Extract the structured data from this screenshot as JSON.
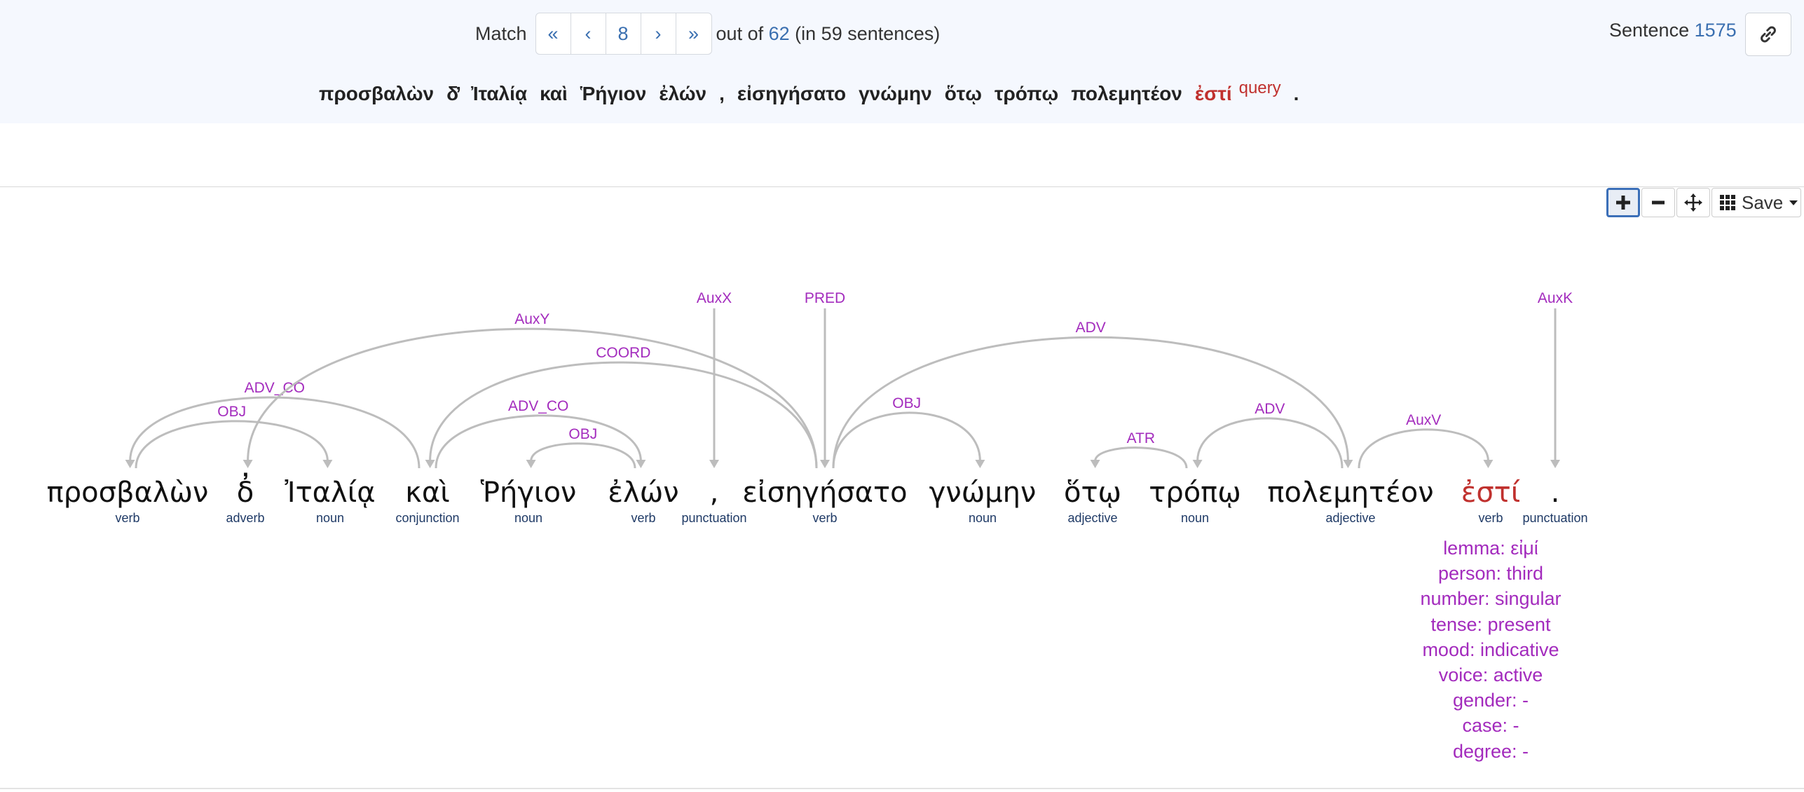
{
  "header": {
    "match_label": "Match",
    "pager": {
      "first": "«",
      "prev": "‹",
      "current": "8",
      "next": "›",
      "last": "»"
    },
    "out_of_label": "out of",
    "total": "62",
    "sentences_note": "(in 59 sentences)",
    "sentence_label": "Sentence",
    "sentence_id": "1575",
    "sentence_tokens": [
      "προσβαλὼν",
      "δ̓",
      "Ἰταλίᾳ",
      "καὶ",
      "Ῥήγιον",
      "ἐλών",
      ",",
      "εἰσηγήσατο",
      "γνώμην",
      "ὅτῳ",
      "τρόπῳ",
      "πολεμητέον",
      "ἐστί",
      "."
    ],
    "query_word": "ἐστί",
    "query_sup": "query"
  },
  "toolbar": {
    "zoom_in": "+",
    "zoom_out": "−",
    "save_label": "Save"
  },
  "tree": {
    "words": [
      {
        "text": "προσβαλὼν",
        "pos": "verb"
      },
      {
        "text": "δ̓",
        "pos": "adverb"
      },
      {
        "text": "Ἰταλίᾳ",
        "pos": "noun"
      },
      {
        "text": "καὶ",
        "pos": "conjunction"
      },
      {
        "text": "Ῥήγιον",
        "pos": "noun"
      },
      {
        "text": "ἐλών",
        "pos": "verb"
      },
      {
        "text": ",",
        "pos": "punctuation"
      },
      {
        "text": "εἰσηγήσατο",
        "pos": "verb"
      },
      {
        "text": "γνώμην",
        "pos": "noun"
      },
      {
        "text": "ὅτῳ",
        "pos": "adjective"
      },
      {
        "text": "τρόπῳ",
        "pos": "noun"
      },
      {
        "text": "πολεμητέον",
        "pos": "adjective"
      },
      {
        "text": "ἐστί",
        "pos": "verb"
      },
      {
        "text": ".",
        "pos": "punctuation"
      }
    ],
    "selected_index": 12,
    "relations": [
      {
        "head": 3,
        "dep": 0,
        "label": "ADV_CO"
      },
      {
        "head": 0,
        "dep": 2,
        "label": "OBJ"
      },
      {
        "head": 7,
        "dep": 1,
        "label": "AuxY"
      },
      {
        "head": 7,
        "dep": 3,
        "label": "COORD"
      },
      {
        "head": 3,
        "dep": 5,
        "label": "ADV_CO"
      },
      {
        "head": 5,
        "dep": 4,
        "label": "OBJ"
      },
      {
        "head": null,
        "dep": 6,
        "label": "AuxX"
      },
      {
        "head": null,
        "dep": 7,
        "label": "PRED"
      },
      {
        "head": 7,
        "dep": 8,
        "label": "OBJ"
      },
      {
        "head": 10,
        "dep": 9,
        "label": "ATR"
      },
      {
        "head": 11,
        "dep": 10,
        "label": "ADV"
      },
      {
        "head": 7,
        "dep": 11,
        "label": "ADV"
      },
      {
        "head": 11,
        "dep": 12,
        "label": "AuxV"
      },
      {
        "head": null,
        "dep": 13,
        "label": "AuxK"
      }
    ],
    "features": [
      "lemma: εἰμί",
      "person: third",
      "number: singular",
      "tense: present",
      "mood: indicative",
      "voice: active",
      "gender: -",
      "case: -",
      "degree: -"
    ]
  }
}
